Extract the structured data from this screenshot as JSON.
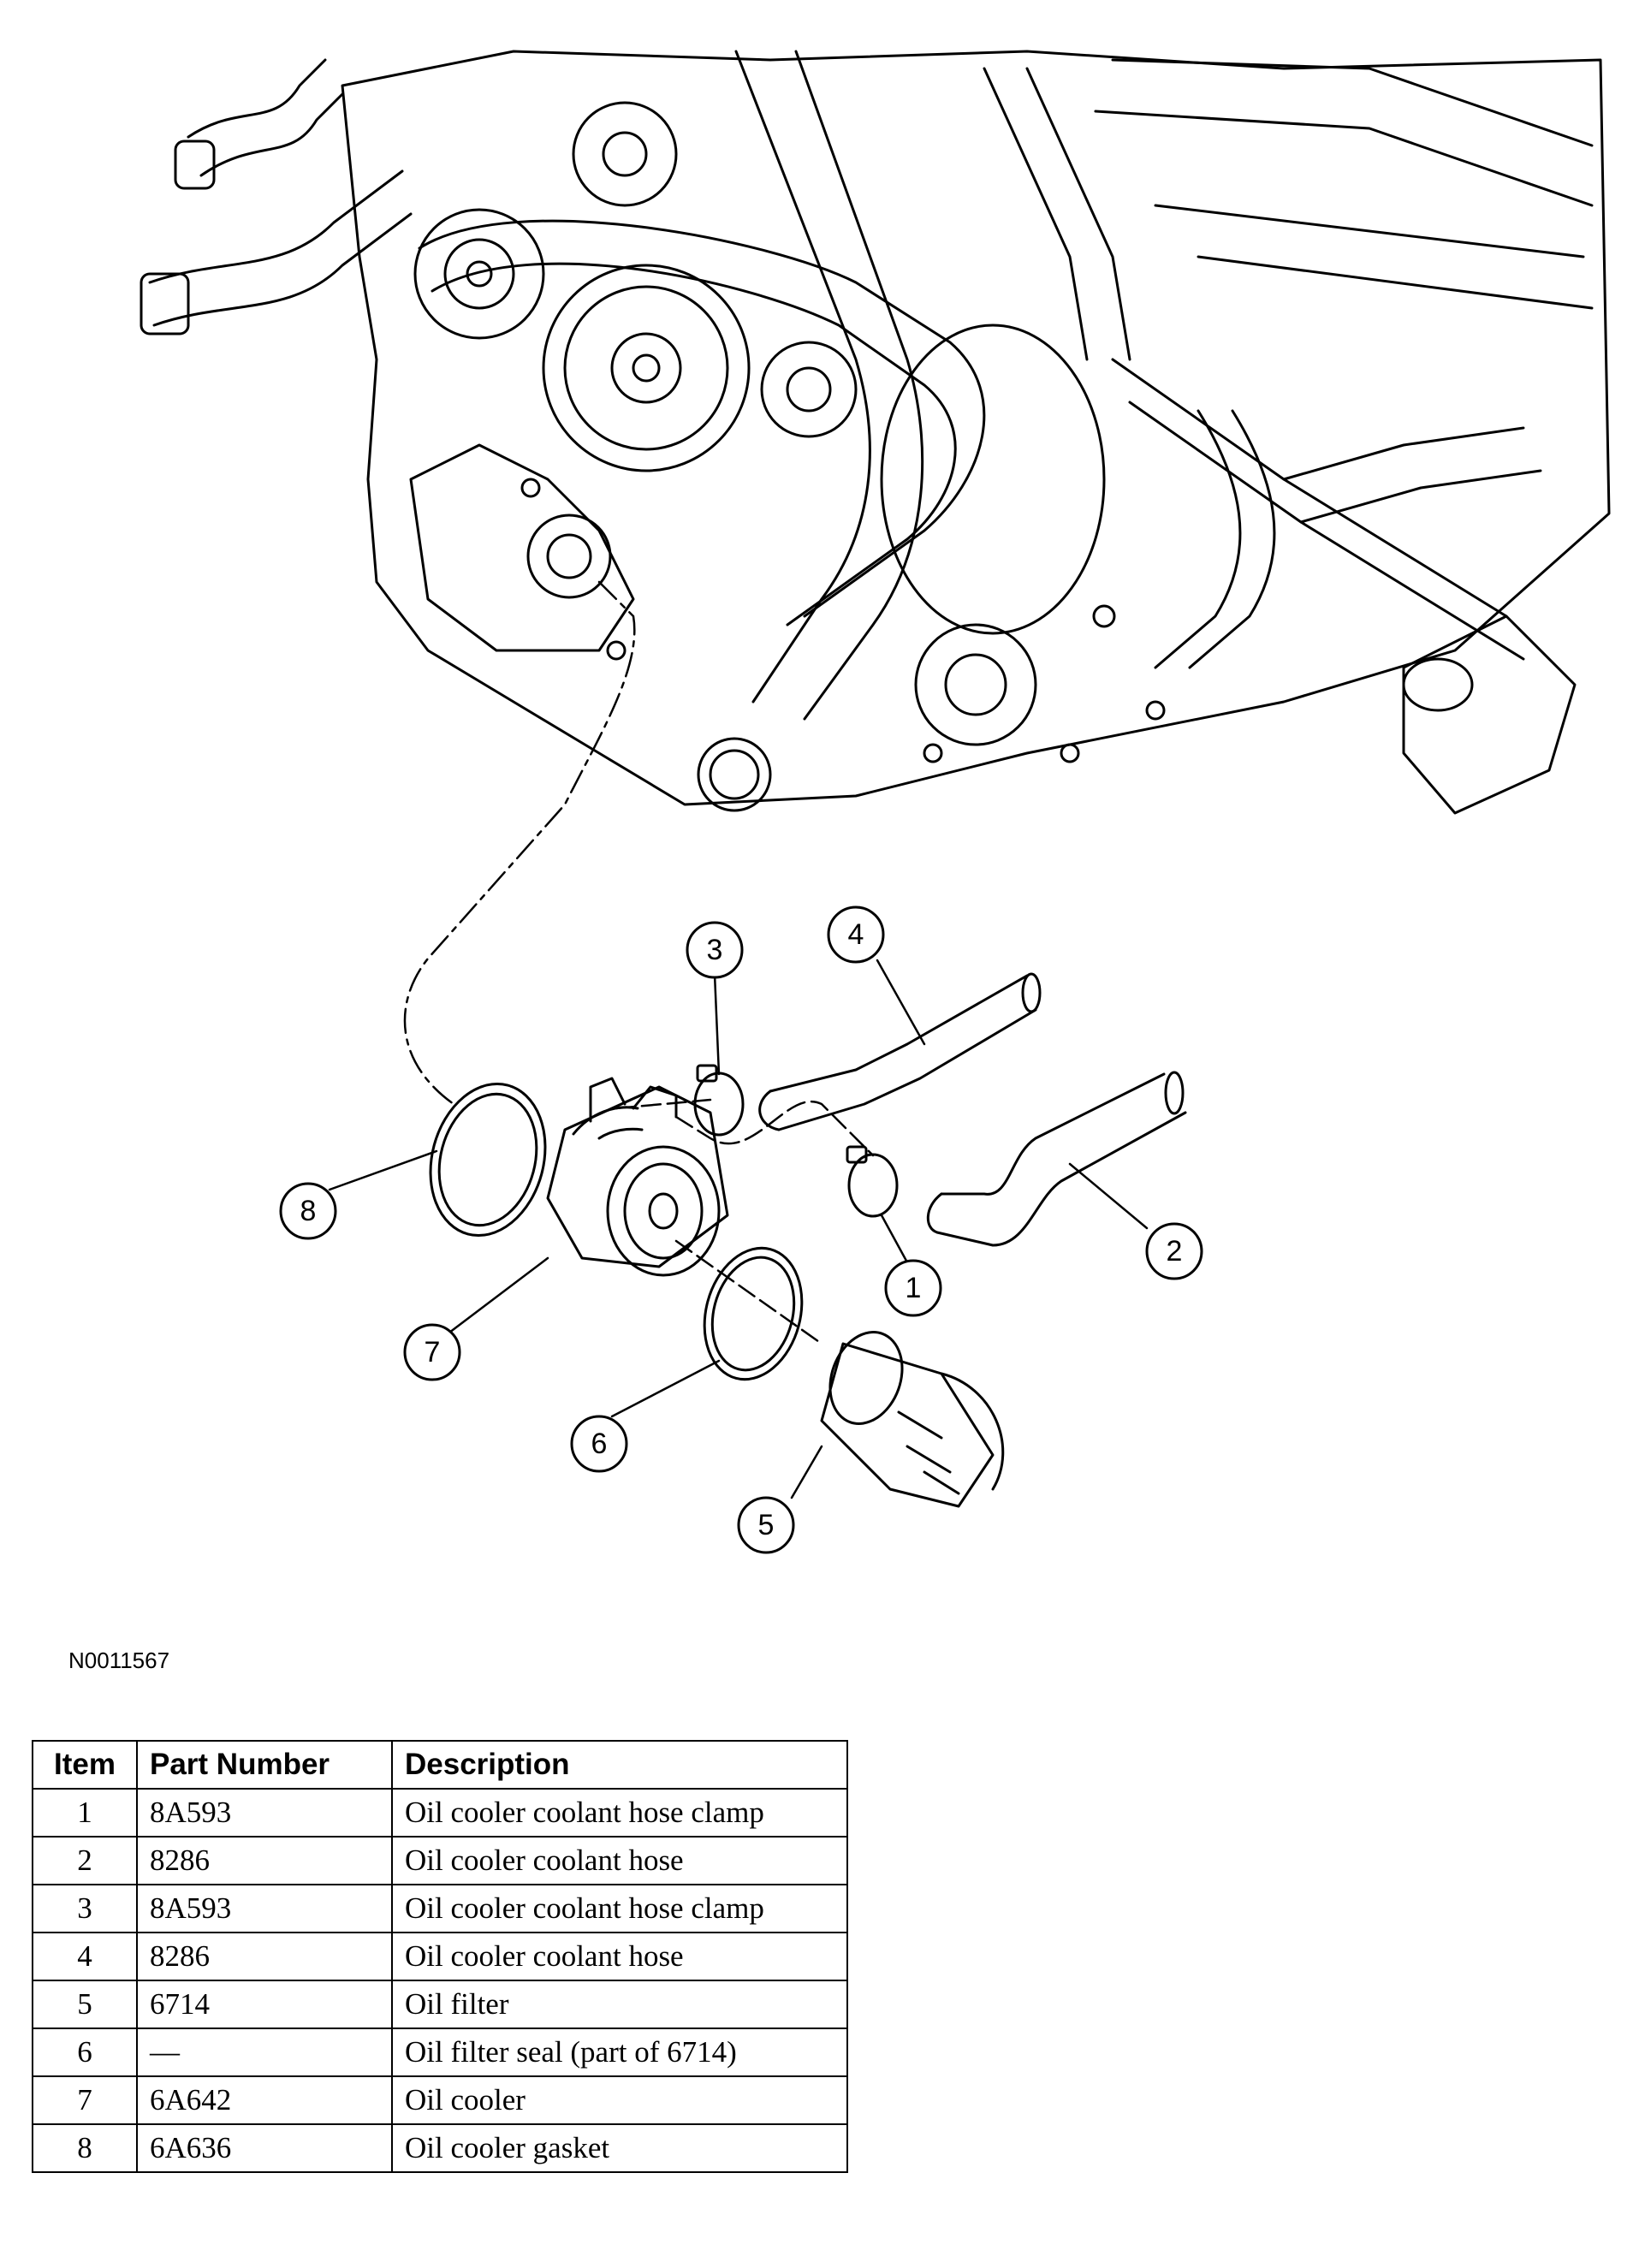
{
  "figure": {
    "id": "N0011567",
    "callouts": [
      "1",
      "2",
      "3",
      "4",
      "5",
      "6",
      "7",
      "8"
    ]
  },
  "table": {
    "headers": {
      "item": "Item",
      "part_number": "Part Number",
      "description": "Description"
    },
    "rows": [
      {
        "item": "1",
        "part_number": "8A593",
        "description": "Oil cooler coolant hose clamp"
      },
      {
        "item": "2",
        "part_number": "8286",
        "description": "Oil cooler coolant hose"
      },
      {
        "item": "3",
        "part_number": "8A593",
        "description": "Oil cooler coolant hose clamp"
      },
      {
        "item": "4",
        "part_number": "8286",
        "description": "Oil cooler coolant hose"
      },
      {
        "item": "5",
        "part_number": "6714",
        "description": "Oil filter"
      },
      {
        "item": "6",
        "part_number": "—",
        "description": "Oil filter seal (part of 6714)"
      },
      {
        "item": "7",
        "part_number": "6A642",
        "description": "Oil cooler"
      },
      {
        "item": "8",
        "part_number": "6A636",
        "description": "Oil cooler gasket"
      }
    ]
  }
}
